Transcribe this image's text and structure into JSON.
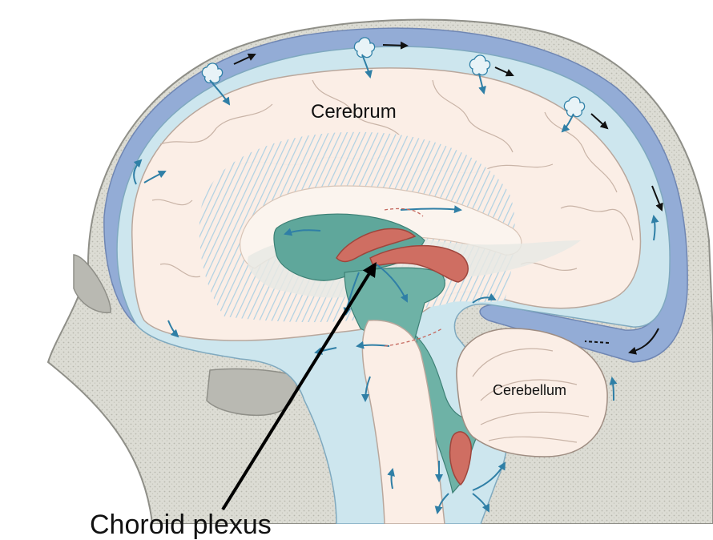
{
  "labels": {
    "cerebrum": "Cerebrum",
    "cerebellum": "Cerebellum",
    "choroid_plexus": "Choroid plexus"
  },
  "colors": {
    "skull": "#dcdcd4",
    "skull_outline": "#8f8f88",
    "dura_sinus": "#93acd6",
    "csf_space": "#cde6ee",
    "brain_tissue": "#fbeee6",
    "ventricle": "#5fa79b",
    "choroid_plexus": "#cf6e62",
    "flow_arrow": "#2f7fa6",
    "sinus_arrow": "#111111",
    "pointer": "#000000"
  },
  "icons": {
    "arachnoid_granulation": "arachnoid-granulation-icon",
    "csf_flow_arrow": "csf-flow-arrow-icon"
  }
}
